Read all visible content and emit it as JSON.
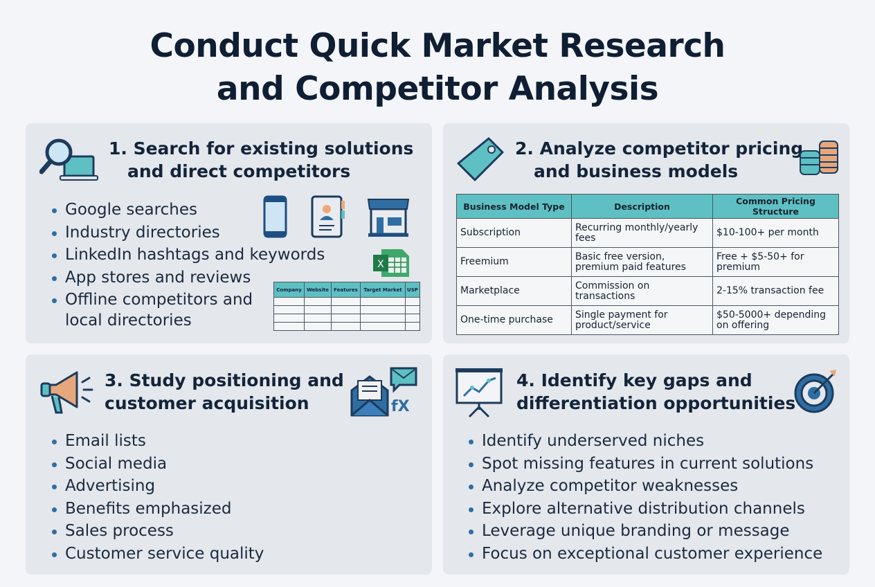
{
  "title": {
    "line1": "Conduct Quick Market Research",
    "line2": "and Competitor Analysis"
  },
  "sections": [
    {
      "heading_line1": "1. Search for existing solutions",
      "heading_line2": "and direct competitors",
      "items": [
        "Google searches",
        "Industry directories",
        "LinkedIn hashtags and keywords",
        "App stores and reviews",
        "Offline competitors and",
        "local directories"
      ],
      "icons": [
        "magnifier-laptop-icon",
        "smartphone-icon",
        "address-book-icon",
        "storefront-icon",
        "excel-icon"
      ],
      "table_headers": [
        "Company",
        "Website",
        "Features",
        "Target Market",
        "USP"
      ]
    },
    {
      "heading_line1": "2. Analyze competitor pricing",
      "heading_line2": "and business models",
      "icons": [
        "price-tag-icon",
        "coin-stacks-icon"
      ],
      "table": {
        "headers": [
          "Business Model Type",
          "Description",
          "Common Pricing Structure"
        ],
        "rows": [
          [
            "Subscription",
            "Recurring monthly/yearly fees",
            "$10-100+ per month"
          ],
          [
            "Freemium",
            "Basic free version, premium paid features",
            "Free + $5-50+ for premium"
          ],
          [
            "Marketplace",
            "Commission on transactions",
            "2-15% transaction fee"
          ],
          [
            "One-time purchase",
            "Single payment for product/service",
            "$50-5000+ depending on offering"
          ]
        ]
      }
    },
    {
      "heading_line1": "3. Study positioning and",
      "heading_line2": "customer acquisition",
      "items": [
        "Email lists",
        "Social media",
        "Advertising",
        "Benefits emphasized",
        "Sales process",
        "Customer service quality"
      ],
      "icons": [
        "megaphone-icon",
        "envelope-icon",
        "chat-email-icon"
      ],
      "icon_text": "fX"
    },
    {
      "heading_line1": "4. Identify key gaps and",
      "heading_line2": "differentiation opportunities",
      "items": [
        "Identify underserved niches",
        "Spot missing features in current solutions",
        "Analyze competitor weaknesses",
        "Explore alternative distribution channels",
        "Leverage unique branding or message",
        "Focus on exceptional customer experience"
      ],
      "icons": [
        "presentation-chart-icon",
        "target-icon"
      ]
    }
  ],
  "colors": {
    "title": "#0f1e33",
    "panel": "#e4e7ec",
    "table_header": "#5ec0c3",
    "bullet": "#2f6ea3"
  }
}
